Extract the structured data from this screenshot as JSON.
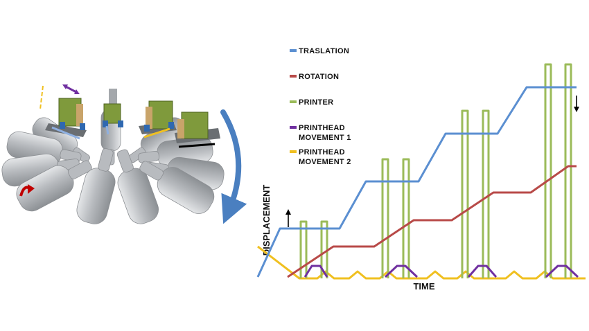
{
  "chart_data": {
    "type": "line",
    "xlabel": "TIME",
    "ylabel": "DISPLACEMENT",
    "legend_position": "top-left",
    "grid": false,
    "series": [
      {
        "key": "translation",
        "name": "TRASLATION",
        "color": "#5b8fd1"
      },
      {
        "key": "rotation",
        "name": "ROTATION",
        "color": "#b84a48"
      },
      {
        "key": "printer",
        "name": "PRINTER",
        "color": "#9bbb59"
      },
      {
        "key": "printhead1",
        "name": "PRINTHEAD\nMOVEMENT 1",
        "color": "#7030a0"
      },
      {
        "key": "printhead2",
        "name": "PRINTHEAD\nMOVEMENT 2",
        "color": "#f0c020"
      }
    ]
  },
  "illustration": {
    "bottle_color": "#b3b6ba",
    "printhead_color": "#7f9a3c",
    "arrow_color": "#4a7fc0",
    "rotation_marker_color": "#c00000",
    "printhead_move_marker_color": "#7030a0",
    "printhead2_marker_color": "#f0c020"
  }
}
